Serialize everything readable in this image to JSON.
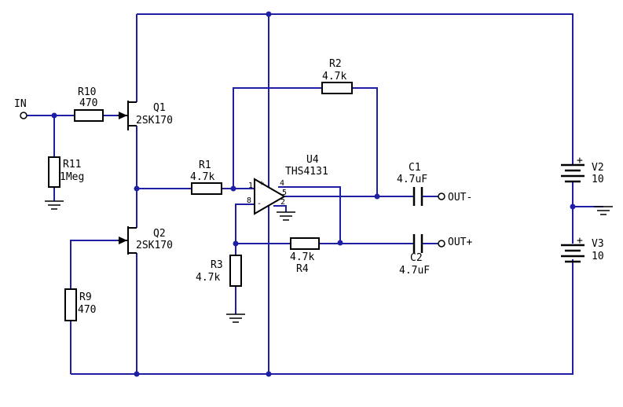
{
  "colors": {
    "wire": "#1f1fa6",
    "component": "#000000",
    "text": "#000000",
    "highlight": "#d40000",
    "background": "#ffffff"
  },
  "ports": {
    "in": "IN",
    "out_minus": "OUT-",
    "out_plus": "OUT+"
  },
  "components": {
    "r10": {
      "ref": "R10",
      "value": "470"
    },
    "r11": {
      "ref": "R11",
      "value": "1Meg"
    },
    "q1": {
      "ref": "Q1",
      "value": "2SK170"
    },
    "q2": {
      "ref": "Q2",
      "value": "2SK170"
    },
    "r9": {
      "ref": "R9",
      "value": "470"
    },
    "r1": {
      "ref": "R1",
      "value": "4.7k"
    },
    "r2": {
      "ref": "R2",
      "value": "4.7k"
    },
    "r3": {
      "ref": "R3",
      "value": "4.7k"
    },
    "r4": {
      "ref": "R4",
      "value": "4.7k"
    },
    "u4": {
      "ref": "U4",
      "value": "THS4131",
      "pins": {
        "p1": "1",
        "p2": "2",
        "p4": "4",
        "p5": "5",
        "p8": "8",
        "plus": "+",
        "minus": "-"
      }
    },
    "c1": {
      "ref": "C1",
      "value": "4.7uF"
    },
    "c2": {
      "ref": "C2",
      "value": "4.7uF"
    },
    "v2": {
      "ref": "V2",
      "value": "10",
      "plus": "+"
    },
    "v3": {
      "ref": "V3",
      "value": "10",
      "plus": "+"
    }
  }
}
